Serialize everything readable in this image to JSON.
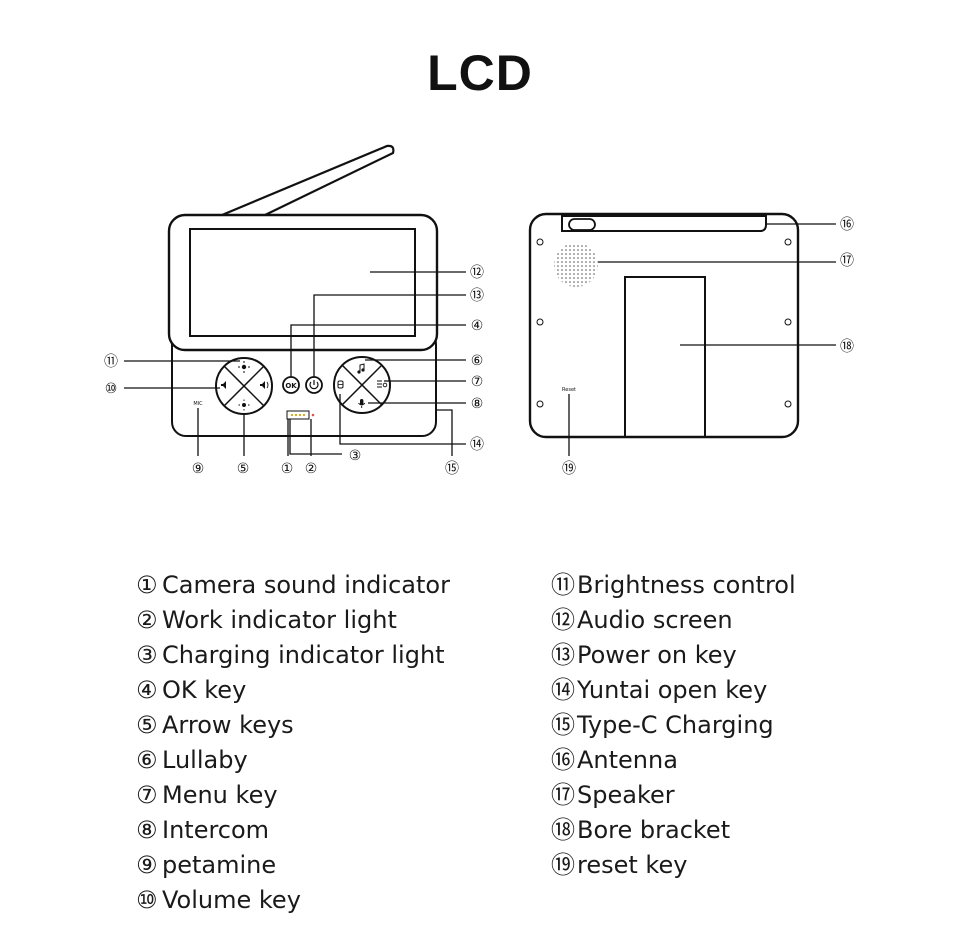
{
  "title": "LCD",
  "callouts": {
    "c1": "①",
    "c2": "②",
    "c3": "③",
    "c4": "④",
    "c5": "⑤",
    "c6": "⑥",
    "c7": "⑦",
    "c8": "⑧",
    "c9": "⑨",
    "c10": "⑩",
    "c11": "⑪",
    "c12": "⑫",
    "c13": "⑬",
    "c14": "⑭",
    "c15": "⑮",
    "c16": "⑯",
    "c17": "⑰",
    "c18": "⑱",
    "c19": "⑲"
  },
  "device_labels": {
    "ok": "OK",
    "mic": "MIC",
    "reset": "Reset"
  },
  "legend_left": [
    {
      "num": "①",
      "text": "Camera sound indicator"
    },
    {
      "num": "②",
      "text": "Work indicator light"
    },
    {
      "num": "③",
      "text": "Charging indicator light"
    },
    {
      "num": "④",
      "text": "OK key"
    },
    {
      "num": "⑤",
      "text": "Arrow keys"
    },
    {
      "num": "⑥",
      "text": "Lullaby"
    },
    {
      "num": "⑦",
      "text": "Menu key"
    },
    {
      "num": "⑧",
      "text": "Intercom"
    },
    {
      "num": "⑨",
      "text": "petamine"
    },
    {
      "num": "⑩",
      "text": "Volume key"
    }
  ],
  "legend_right": [
    {
      "num": "⑪",
      "text": "Brightness control"
    },
    {
      "num": "⑫",
      "text": "Audio screen"
    },
    {
      "num": "⑬",
      "text": "Power on key"
    },
    {
      "num": "⑭",
      "text": "Yuntai open key"
    },
    {
      "num": "⑮",
      "text": "Type-C Charging"
    },
    {
      "num": "⑯",
      "text": "Antenna"
    },
    {
      "num": "⑰",
      "text": "Speaker"
    },
    {
      "num": "⑱",
      "text": "Bore bracket"
    },
    {
      "num": "⑲",
      "text": "reset key"
    }
  ],
  "colors": {
    "line": "#111111",
    "background": "#ffffff",
    "indicator": "#d9a400"
  },
  "icons": [
    "brightness-icon",
    "volume-down-icon",
    "volume-up-icon",
    "power-icon",
    "music-note-icon",
    "menu-icon",
    "camera-pan-icon",
    "microphone-icon"
  ]
}
